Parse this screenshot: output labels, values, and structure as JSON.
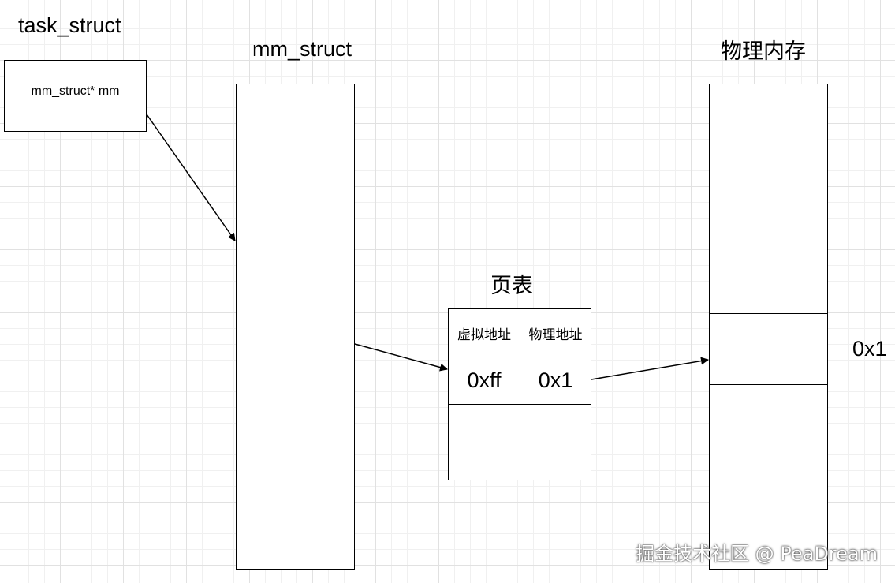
{
  "task_struct": {
    "title": "task_struct",
    "field": "mm_struct* mm"
  },
  "mm_struct": {
    "title": "mm_struct"
  },
  "page_table": {
    "title": "页表",
    "headers": [
      "虚拟地址",
      "物理地址"
    ],
    "rows": [
      [
        "0xff",
        "0x1"
      ],
      [
        "",
        ""
      ]
    ]
  },
  "physical_memory": {
    "title": "物理内存",
    "address_label": "0x1"
  },
  "watermark": "掘金技术社区 @ PeaDream",
  "colors": {
    "stroke": "#000000",
    "grid_major": "#e1e1e1",
    "grid_minor": "#f0f0f0",
    "watermark": "#ffffff"
  }
}
